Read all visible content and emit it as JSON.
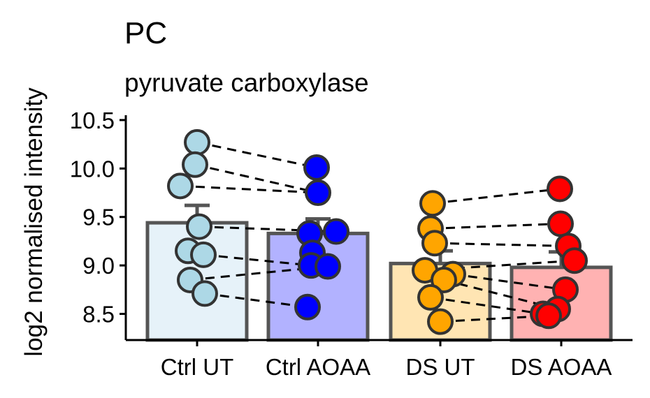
{
  "chart_data": {
    "type": "bar",
    "title": "PC",
    "subtitle": "pyruvate carboxylase",
    "ylabel": "log2 normalised intensity",
    "xlabel": "",
    "ylim": [
      8.23,
      10.55
    ],
    "yticks": [
      8.5,
      9.0,
      9.5,
      10.0,
      10.5
    ],
    "ytick_labels": [
      "8.5",
      "9.0",
      "9.5",
      "10.0",
      "10.5"
    ],
    "categories": [
      "Ctrl UT",
      "Ctrl AOAA",
      "DS UT",
      "DS AOAA"
    ],
    "values": [
      9.44,
      9.33,
      9.02,
      8.98
    ],
    "error_upper": [
      9.62,
      9.48,
      9.15,
      9.14
    ],
    "bar_fill_colors": [
      "#e6f2f9",
      "#b2b2ff",
      "#ffe5b3",
      "#ffb2b2"
    ],
    "point_colors": [
      "#add8e6",
      "#0000ff",
      "#ffa500",
      "#ff0000"
    ],
    "points": [
      [
        10.27,
        10.04,
        9.82,
        9.4,
        9.15,
        9.11,
        8.85,
        8.71
      ],
      [
        10.01,
        9.75,
        9.35,
        9.33,
        9.13,
        9.0,
        8.99,
        8.57
      ],
      [
        9.64,
        9.38,
        9.23,
        8.95,
        8.91,
        8.85,
        8.67,
        8.42
      ],
      [
        9.79,
        9.43,
        9.2,
        9.05,
        8.75,
        8.55,
        8.5,
        8.48
      ]
    ],
    "pairs": [
      [
        [
          10.27,
          10.01
        ],
        [
          10.04,
          9.75
        ],
        [
          9.82,
          9.75
        ],
        [
          9.4,
          9.35
        ],
        [
          9.11,
          9.0
        ],
        [
          8.85,
          8.99
        ],
        [
          8.71,
          8.57
        ]
      ],
      [
        [
          9.64,
          9.79
        ],
        [
          9.38,
          9.43
        ],
        [
          9.23,
          9.2
        ],
        [
          8.95,
          9.05
        ],
        [
          8.91,
          8.75
        ],
        [
          8.85,
          8.55
        ],
        [
          8.67,
          8.5
        ],
        [
          8.42,
          8.48
        ]
      ]
    ],
    "grid": false,
    "legend": "none"
  }
}
